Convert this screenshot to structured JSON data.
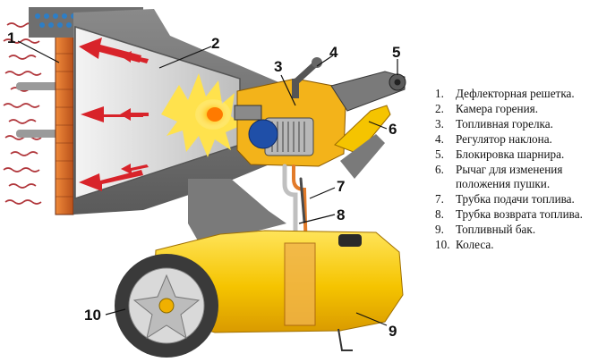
{
  "callout_numbers": [
    "1",
    "2",
    "3",
    "4",
    "5",
    "6",
    "7",
    "8",
    "9",
    "10"
  ],
  "legend": [
    {
      "num": "1.",
      "label": "Дефлекторная решетка."
    },
    {
      "num": "2.",
      "label": "Камера горения."
    },
    {
      "num": "3.",
      "label": "Топливная горелка."
    },
    {
      "num": "4.",
      "label": "Регулятор наклона."
    },
    {
      "num": "5.",
      "label": "Блокировка шарнира."
    },
    {
      "num": "6.",
      "label": "Рычаг для изменения\nположения пушки."
    },
    {
      "num": "7.",
      "label": "Трубка подачи топлива."
    },
    {
      "num": "8.",
      "label": "Трубка возврата топлива."
    },
    {
      "num": "9.",
      "label": "Топливный бак."
    },
    {
      "num": "10.",
      "label": "Колеса."
    }
  ],
  "colors": {
    "tank": "#f5c400",
    "housing": "#6f6f6f",
    "arrow": "#d8232a",
    "heat_wave": "#b0353a"
  }
}
